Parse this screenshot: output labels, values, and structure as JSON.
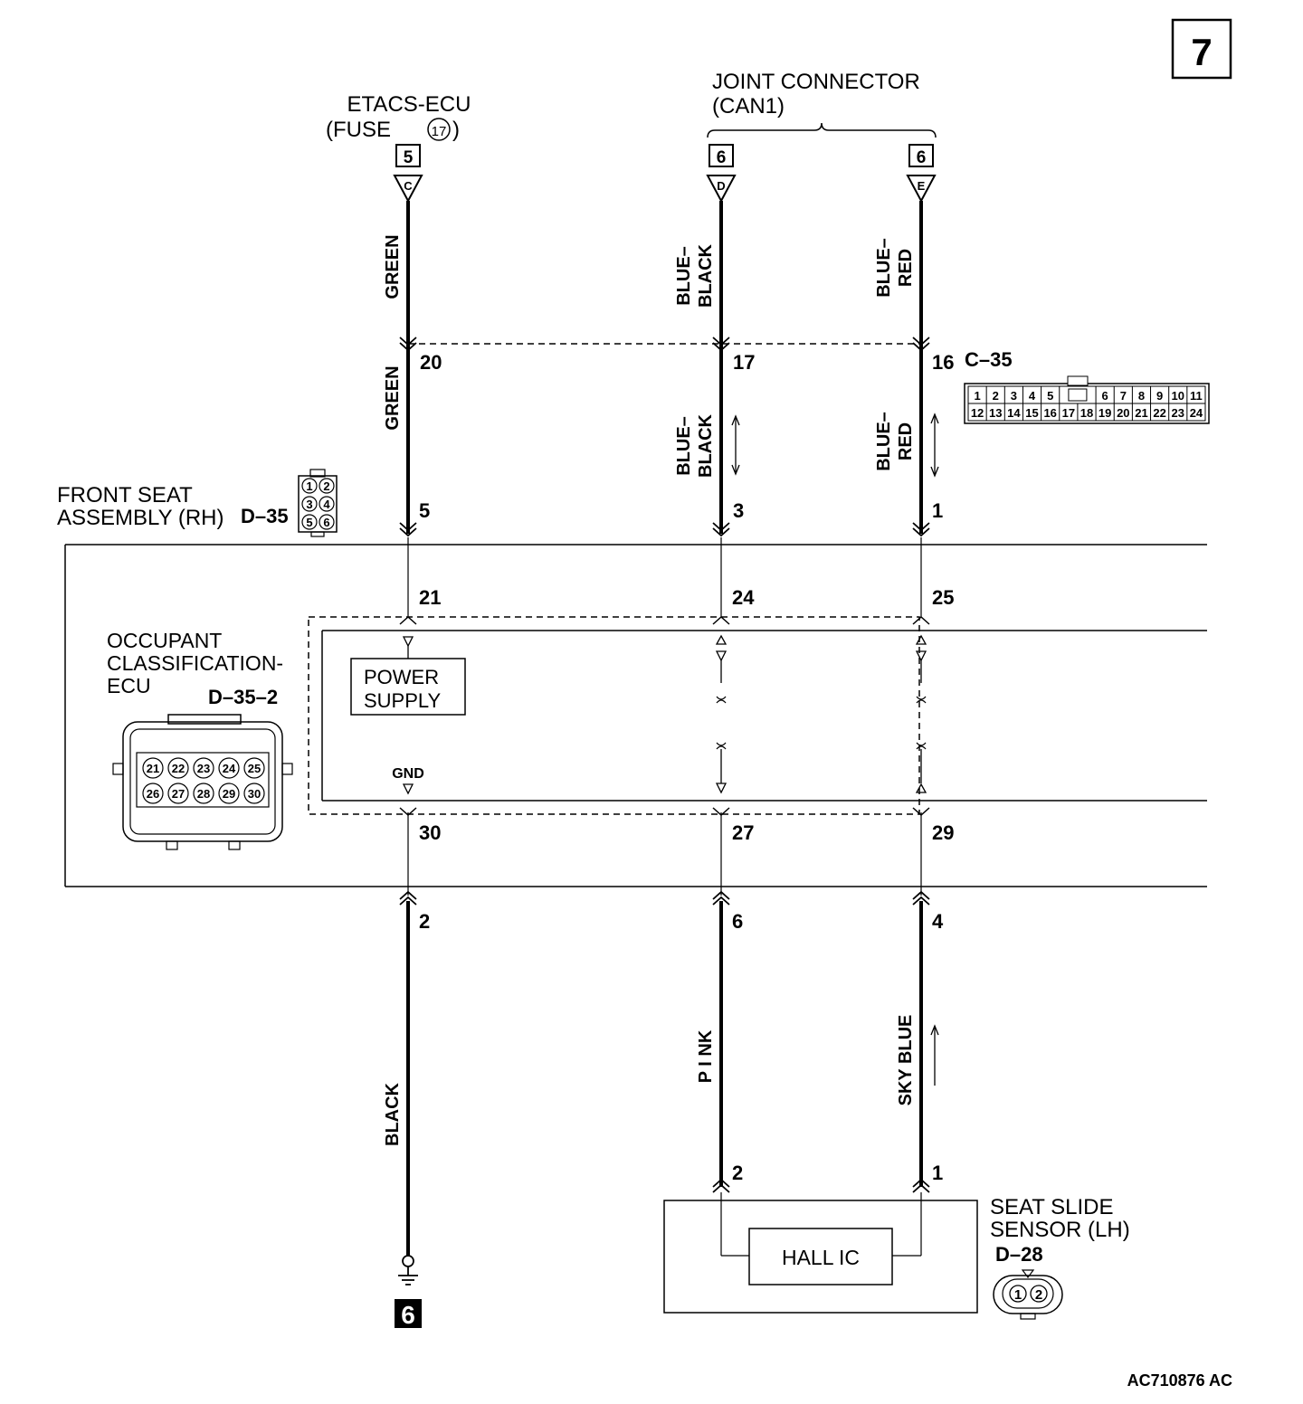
{
  "page_number": "7",
  "drawing_id": "AC710876 AC",
  "etacs": {
    "line1": "ETACS-ECU",
    "line2_prefix": "(FUSE",
    "fuse_no": "17",
    "line2_suffix": ")"
  },
  "joint_connector": {
    "line1": "JOINT CONNECTOR",
    "line2": "(CAN1)"
  },
  "top_terminals": [
    {
      "box": "5",
      "letter": "C"
    },
    {
      "box": "6",
      "letter": "D"
    },
    {
      "box": "6",
      "letter": "E"
    }
  ],
  "wire_colors": {
    "green_top": "GREEN",
    "green_mid": "GREEN",
    "blue_black_top": [
      "BLUE–",
      "BLACK"
    ],
    "blue_black_mid": [
      "BLUE–",
      "BLACK"
    ],
    "blue_red_top": [
      "BLUE–",
      "RED"
    ],
    "blue_red_mid": [
      "BLUE–",
      "RED"
    ],
    "black": "BLACK",
    "pink": "P I NK",
    "sky_blue": "SKY BLUE"
  },
  "connector_c35": {
    "label": "C–35",
    "pins": [
      "20",
      "17",
      "16"
    ],
    "row1": [
      "1",
      "2",
      "3",
      "4",
      "5",
      "",
      "6",
      "7",
      "8",
      "9",
      "10",
      "11"
    ],
    "row2": [
      "12",
      "13",
      "14",
      "15",
      "16",
      "17",
      "18",
      "19",
      "20",
      "21",
      "22",
      "23",
      "24"
    ]
  },
  "connector_d35": {
    "label": "D–35",
    "pins": [
      "5",
      "3",
      "1"
    ],
    "face": [
      "1",
      "2",
      "3",
      "4",
      "5",
      "6"
    ]
  },
  "front_seat": {
    "line1": "FRONT SEAT",
    "line2": "ASSEMBLY (RH)"
  },
  "ecu": {
    "line1": "OCCUPANT",
    "line2": "CLASSIFICATION-",
    "line3": "ECU",
    "connector": "D–35–2",
    "top_pins": [
      "21",
      "24",
      "25"
    ],
    "bottom_pins": [
      "30",
      "27",
      "29"
    ],
    "face_row1": [
      "21",
      "22",
      "23",
      "24",
      "25"
    ],
    "face_row2": [
      "26",
      "27",
      "28",
      "29",
      "30"
    ],
    "power_supply": [
      "POWER",
      "SUPPLY"
    ],
    "gnd": "GND"
  },
  "lower_pins": {
    "ecu_side": [
      "2",
      "6",
      "4"
    ],
    "sensor_side": [
      "2",
      "1"
    ]
  },
  "sensor": {
    "line1": "SEAT SLIDE",
    "line2": "SENSOR (LH)",
    "connector": "D–28",
    "face": [
      "1",
      "2"
    ],
    "ic": "HALL IC"
  },
  "ground_no": "6"
}
